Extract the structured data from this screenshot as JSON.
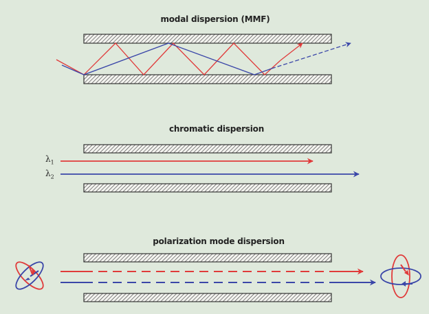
{
  "sections": {
    "modal": {
      "title": "modal dispersion (MMF)"
    },
    "chromatic": {
      "title": "chromatic dispersion",
      "lambda1": {
        "symbol": "λ",
        "sub": "1"
      },
      "lambda2": {
        "symbol": "λ",
        "sub": "2"
      }
    },
    "pmd": {
      "title": "polarization mode dispersion"
    }
  },
  "colors": {
    "background": "#dfe9dc",
    "red": "#e03a3a",
    "blue": "#3a46a8",
    "hatch": "#333333"
  }
}
